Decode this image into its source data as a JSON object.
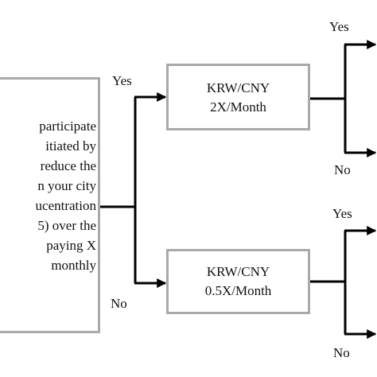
{
  "question": {
    "lines": [
      "participate",
      "itiated by",
      "reduce the",
      "n your city",
      "ucentration",
      "5) over the",
      "paying X",
      "monthly"
    ]
  },
  "offers": {
    "high": {
      "lines": [
        "KRW/CNY",
        "2X/Month"
      ]
    },
    "low": {
      "lines": [
        "KRW/CNY",
        "0.5X/Month"
      ]
    }
  },
  "branch_labels": {
    "first_yes": "Yes",
    "first_no": "No",
    "high_yes": "Yes",
    "high_no": "No",
    "low_yes": "Yes",
    "low_no": "No"
  },
  "colors": {
    "box_border": "#a9a9a9",
    "line": "#000000",
    "text": "#111111"
  }
}
